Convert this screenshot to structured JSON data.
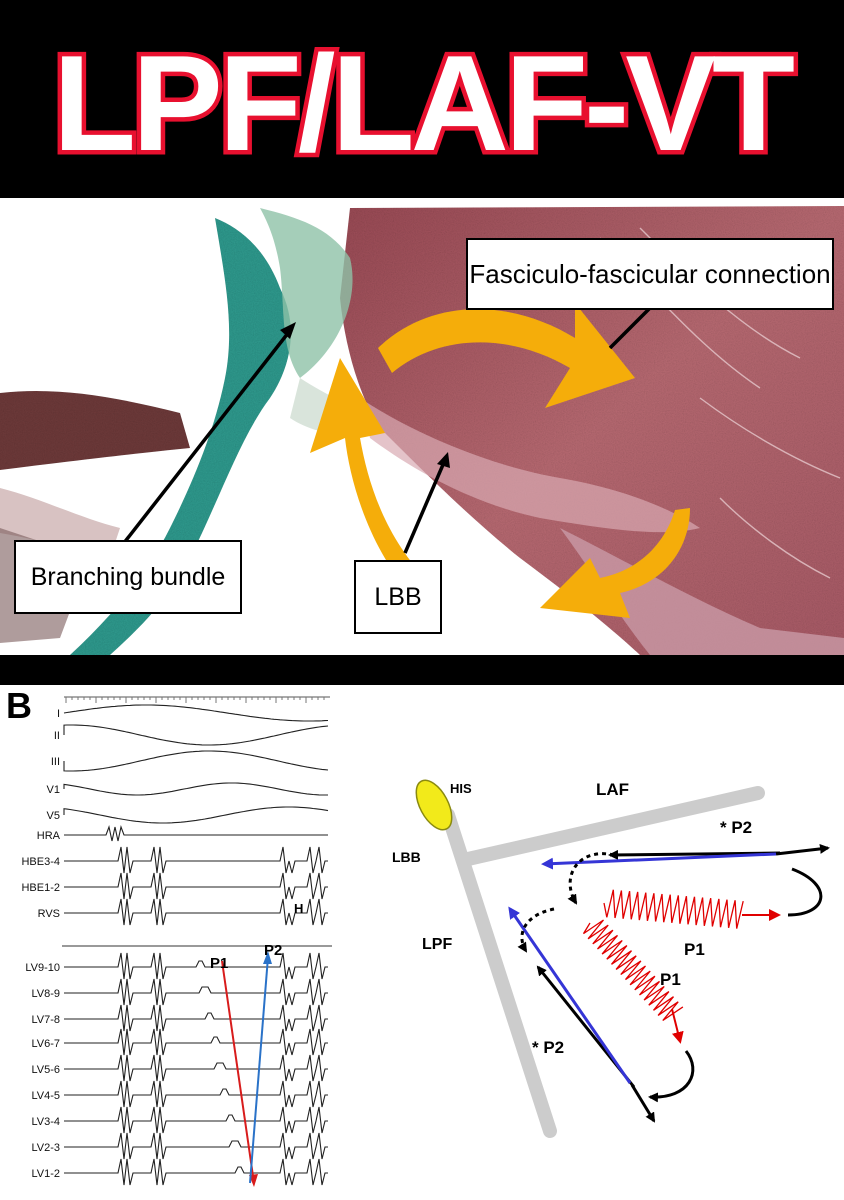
{
  "banner": {
    "title": "LPF/LAF-VT"
  },
  "histology": {
    "labels": {
      "fasciculo": "Fasciculo-fascicular connection",
      "branching": "Branching bundle",
      "lbb": "LBB"
    }
  },
  "panel_b": {
    "letter": "B",
    "ecg_leads": [
      "I",
      "II",
      "III",
      "V1",
      "V5",
      "HRA",
      "HBE3-4",
      "HBE1-2",
      "RVS",
      "LV9-10",
      "LV8-9",
      "LV7-8",
      "LV6-7",
      "LV5-6",
      "LV4-5",
      "LV3-4",
      "LV2-3",
      "LV1-2"
    ],
    "ecg_markers": {
      "h": "H",
      "p1": "P1",
      "p2": "P2"
    }
  },
  "schematic": {
    "his": "HIS",
    "laf": "LAF",
    "lbb": "LBB",
    "lpf": "LPF",
    "p2_top": "* P2",
    "p1_top": "P1",
    "p1_bottom": "P1",
    "p2_bottom": "* P2"
  },
  "colors": {
    "title_fill": "#ffffff",
    "title_outline": "#e8102f",
    "fascicle_gray": "#cccccc",
    "his_yellow": "#f2ea1a",
    "arrow_orange": "#f5ad0a",
    "blue_arrow": "#3535d6",
    "red_arrow": "#e00000"
  }
}
